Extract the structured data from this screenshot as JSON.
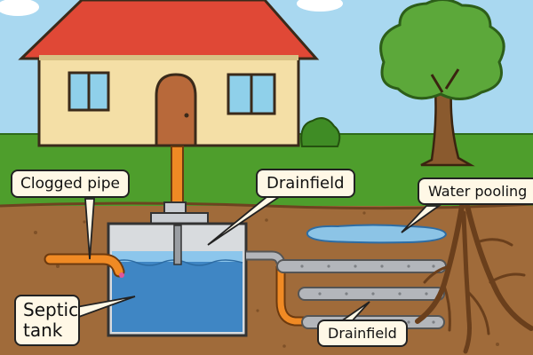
{
  "diagram": {
    "labels": {
      "clogged_pipe": "Clogged pipe",
      "drainfield_top": "Drainfield",
      "water_pooling": "Water pooling",
      "septic_tank": "Septic tank",
      "drainfield_bottom": "Drainfield"
    }
  },
  "colors": {
    "sky": "#a9d8f0",
    "grass": "#4e9e2c",
    "soil": "#a06b3a",
    "roof": "#e04836",
    "house_wall": "#f4dfa6",
    "door": "#b8693a",
    "window": "#8fd0ea",
    "pipe_orange": "#f08a24",
    "drain_pipe": "#b3b6bb",
    "tank_water": "#3f86c4",
    "pooled_water": "#8cc4e6",
    "tree_foliage": "#5ca83a",
    "tree_trunk": "#8a5a2e"
  },
  "icons": [
    "house-icon",
    "tree-icon",
    "septic-tank-icon",
    "pipe-icon",
    "water-puddle-icon"
  ]
}
